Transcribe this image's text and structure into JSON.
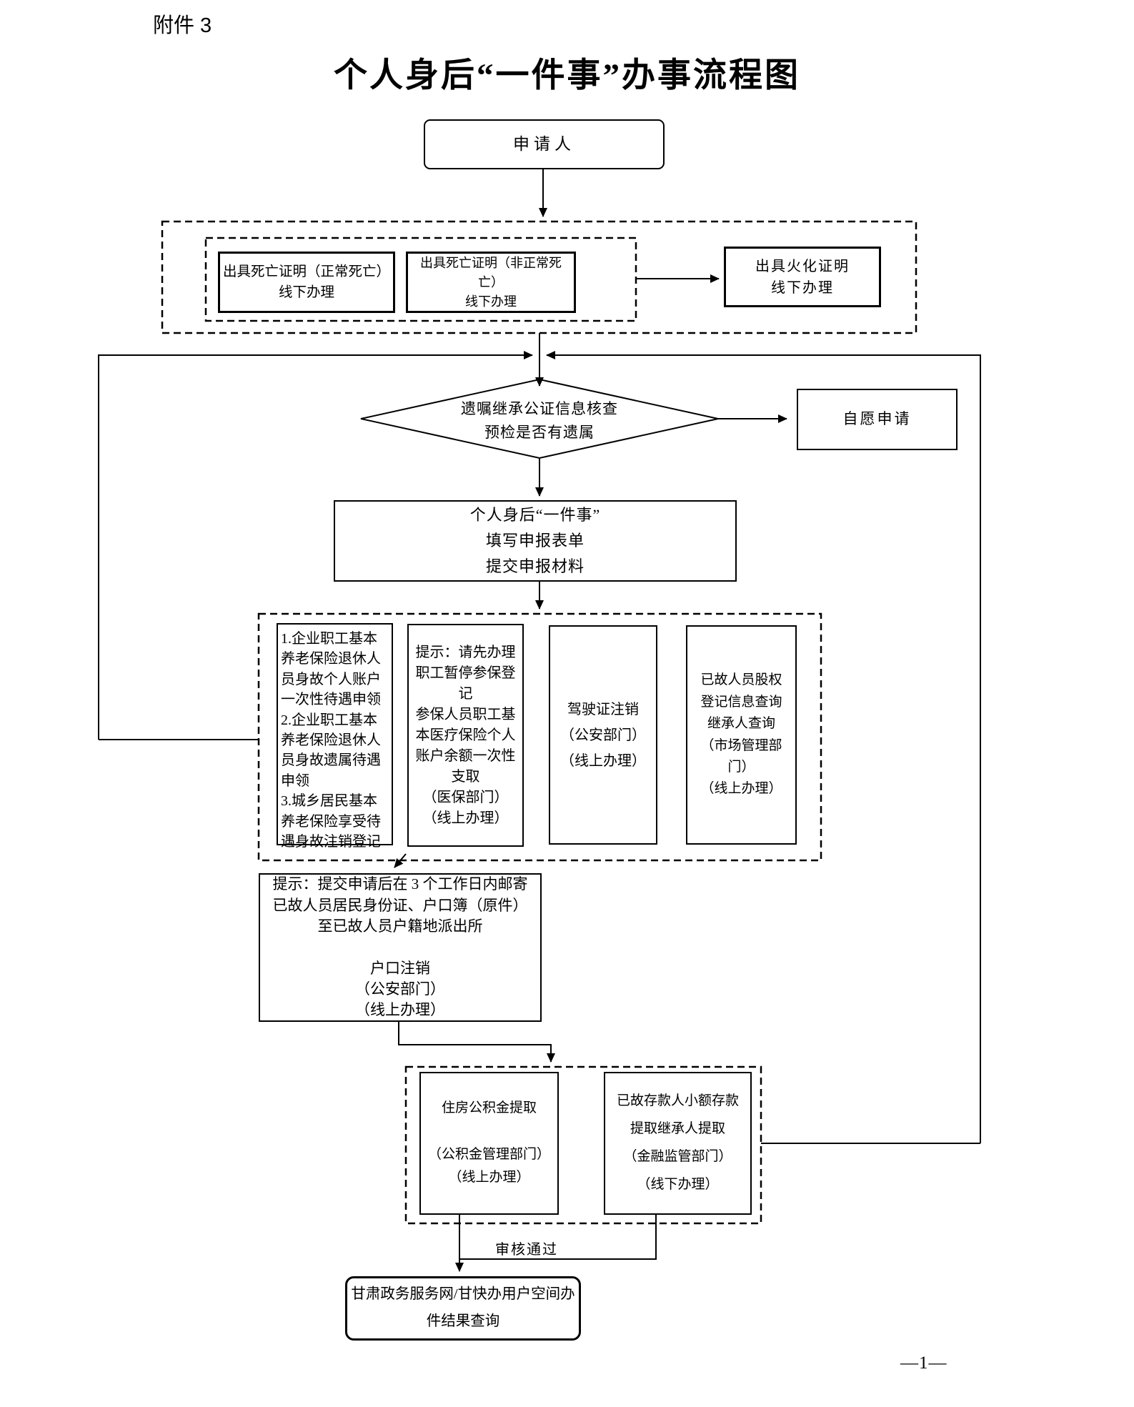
{
  "page": {
    "attachment_label": "附件 3",
    "title": "个人身后“一件事”办事流程图",
    "page_number": "—1—"
  },
  "nodes": {
    "applicant": "申请人",
    "death_cert_normal": [
      "出具死亡证明（正常死亡）",
      "线下办理"
    ],
    "death_cert_abnormal": [
      "出具死亡证明（非正常死亡）",
      "线下办理"
    ],
    "cremation_cert": [
      "出具火化证明",
      "线下办理"
    ],
    "decision": [
      "遗嘱继承公证信息核查",
      "预检是否有遗属"
    ],
    "voluntary": "自愿申请",
    "main_form": [
      "个人身后“一件事”",
      "填写申报表单",
      "提交申报材料"
    ],
    "pension": [
      "1.企业职工基本养老保险退休人员身故个人账户一次性待遇申领",
      "2.企业职工基本养老保险退休人员身故遗属待遇申领",
      "3.城乡居民基本养老保险享受待遇身故注销登记"
    ],
    "medical": [
      "提示：请先办理职工暂停参保登记",
      "参保人员职工基本医疗保险个人账户余额一次性支取",
      "（医保部门）",
      "（线上办理）"
    ],
    "license": [
      "驾驶证注销",
      "（公安部门）",
      "（线上办理）"
    ],
    "equity": [
      "已故人员股权",
      "登记信息查询",
      "继承人查询",
      "（市场管理部门）",
      "（线上办理）"
    ],
    "hukou": [
      "提示：提交申请后在 3 个工作日内邮寄",
      "已故人员居民身份证、户口簿（原件）",
      "至已故人员户籍地派出所",
      "",
      "户口注销",
      "（公安部门）",
      "（线上办理）"
    ],
    "housing_fund": [
      "住房公积金提取",
      "",
      "（公积金管理部门）",
      "（线上办理）"
    ],
    "deposit": [
      "已故存款人小额存款",
      "提取继承人提取",
      "（金融监管部门）",
      "（线下办理）"
    ],
    "result_query": "甘肃政务服务网/甘快办用户空间办件结果查询"
  },
  "labels": {
    "approved": "审核通过"
  }
}
